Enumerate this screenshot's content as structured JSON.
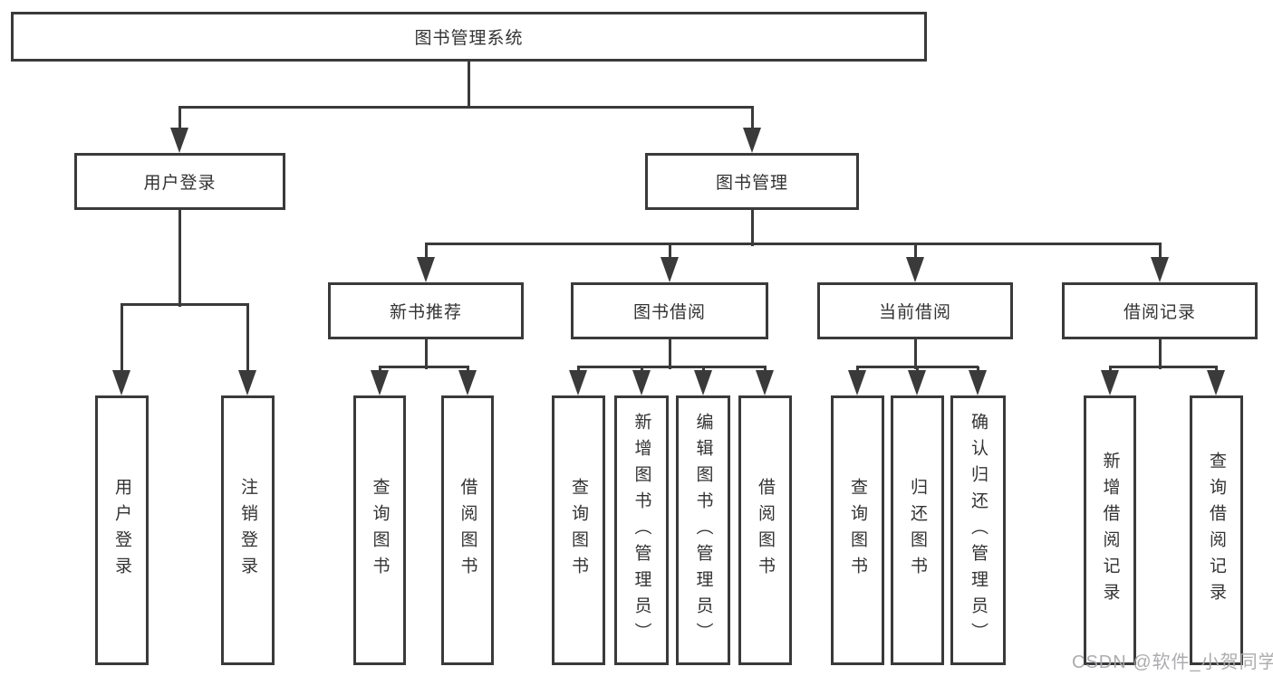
{
  "colors": {
    "line": "#3a3a3a",
    "text": "#333333",
    "watermark": "#a8a8ac",
    "background": "#ffffff"
  },
  "watermark": "CSDN @软件_小贺同学",
  "tree": {
    "root": "图书管理系统",
    "level2": [
      {
        "label": "用户登录",
        "children": [
          {
            "label": "用户登录"
          },
          {
            "label": "注销登录"
          }
        ]
      },
      {
        "label": "图书管理",
        "children": [
          {
            "label": "新书推荐",
            "children": [
              {
                "label": "查询图书"
              },
              {
                "label": "借阅图书"
              }
            ]
          },
          {
            "label": "图书借阅",
            "children": [
              {
                "label": "查询图书"
              },
              {
                "label": "新增图书（管理员）"
              },
              {
                "label": "编辑图书（管理员）"
              },
              {
                "label": "借阅图书"
              }
            ]
          },
          {
            "label": "当前借阅",
            "children": [
              {
                "label": "查询图书"
              },
              {
                "label": "归还图书"
              },
              {
                "label": "确认归还（管理员）"
              }
            ]
          },
          {
            "label": "借阅记录",
            "children": [
              {
                "label": "新增借阅记录"
              },
              {
                "label": "查询借阅记录"
              }
            ]
          }
        ]
      }
    ]
  }
}
